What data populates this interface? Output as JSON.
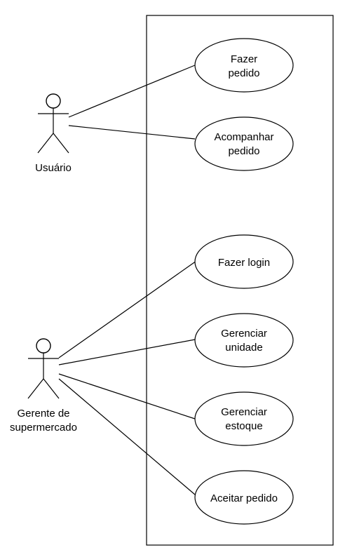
{
  "actors": {
    "usuario": {
      "label": "Usuário"
    },
    "gerente": {
      "label_line1": "Gerente de",
      "label_line2": "supermercado"
    }
  },
  "use_cases": {
    "fazer_pedido": {
      "line1": "Fazer",
      "line2": "pedido"
    },
    "acompanhar_pedido": {
      "line1": "Acompanhar",
      "line2": "pedido"
    },
    "fazer_login": {
      "line1": "Fazer login"
    },
    "gerenciar_unidade": {
      "line1": "Gerenciar",
      "line2": "unidade"
    },
    "gerenciar_estoque": {
      "line1": "Gerenciar",
      "line2": "estoque"
    },
    "aceitar_pedido": {
      "line1": "Aceitar pedido"
    }
  }
}
